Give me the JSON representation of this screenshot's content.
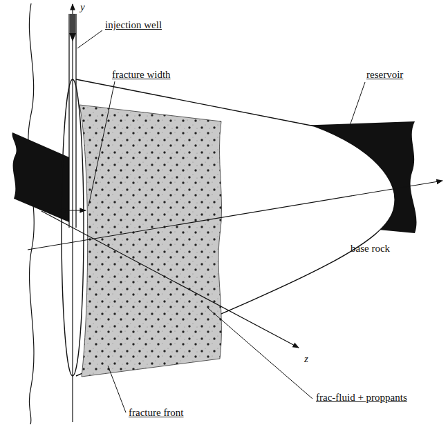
{
  "diagram": {
    "labels": [
      "y",
      "injection well",
      "fracture width",
      "reservoir",
      "base rock",
      "z",
      "frac-fluid + proppants",
      "fracture front"
    ]
  }
}
